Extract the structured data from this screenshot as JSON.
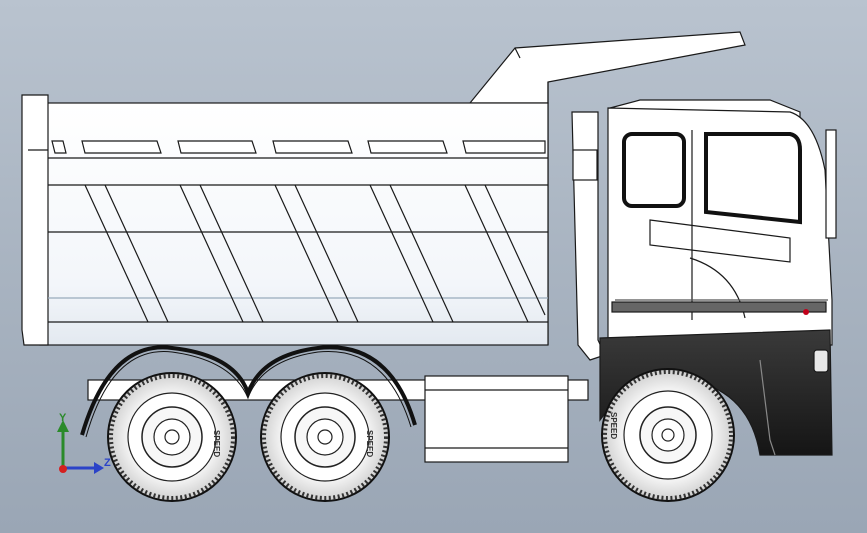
{
  "viewport": {
    "background_top": "#b9c3cf",
    "background_bottom": "#9aa6b5"
  },
  "triad": {
    "y_label": "Y",
    "z_label": "Z",
    "y_color": "#2a8a2a",
    "z_color": "#2b43c8",
    "x_color": "#d42020"
  },
  "truck": {
    "tire_sidewall_text": "SPEED",
    "body_color": "#ffffff",
    "chassis_color": "#2b2b2b"
  }
}
